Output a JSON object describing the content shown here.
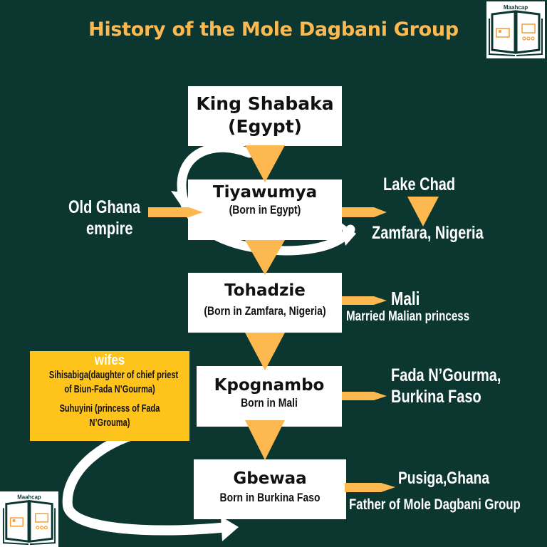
{
  "title": "History of the Mole Dagbani Group",
  "logo": {
    "text": "Maahcap"
  },
  "colors": {
    "background": "#0c3731",
    "accent": "#fdb94f",
    "wifes_box": "#fec41c",
    "box": "#ffffff"
  },
  "nodes": [
    {
      "name": "King Shabaka",
      "sub": "(Egypt)"
    },
    {
      "name": "Tiyawumya",
      "sub": "(Born in Egypt)"
    },
    {
      "name": "Tohadzie",
      "sub": "(Born in Zamfara, Nigeria)"
    },
    {
      "name": "Kpognambo",
      "sub": "Born in Mali"
    },
    {
      "name": "Gbewaa",
      "sub": "Born in Burkina Faso"
    }
  ],
  "side_labels": {
    "old_ghana": [
      "Old Ghana",
      "empire"
    ],
    "lake_chad": "Lake Chad",
    "zamfara": "Zamfara, Nigeria",
    "mali": "Mali",
    "mali_note": "Married Malian princess",
    "fada": [
      "Fada N’Gourma,",
      "Burkina Faso"
    ],
    "pusiga": "Pusiga,Ghana",
    "pusiga_note": "Father of Mole Dagbani Group"
  },
  "wifes": {
    "header": "wifes",
    "items": [
      [
        "Sihisabiga(daughter of chief priest",
        "of Biun-Fada N’Gourma)"
      ],
      [
        "Suhuyini (princess of Fada",
        "N’Grouma)"
      ]
    ]
  }
}
